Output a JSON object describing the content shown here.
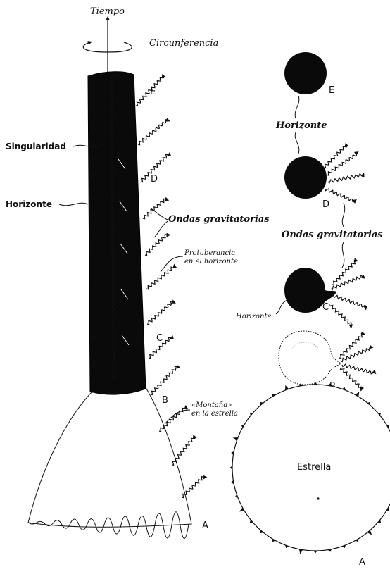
{
  "labels": {
    "tiempo": "Tiempo",
    "circunferencia": "Circunferencia",
    "singularidad": "Singularidad",
    "horizonte_left": "Horizonte",
    "ondas_left": "Ondas gravitatorias",
    "protuberancia_line1": "Protuberancia",
    "protuberancia_line2": "en el horizonte",
    "montana_line1": "«Montaña»",
    "montana_line2": "en la estrella",
    "horizonte_right_top": "Horizonte",
    "ondas_right": "Ondas gravitatorias",
    "horizonte_right_small": "Horizonte",
    "estrella": "Estrella"
  },
  "stage_letters": {
    "left": [
      "E",
      "D",
      "C",
      "B",
      "A"
    ],
    "right": [
      "E",
      "D",
      "C",
      "B",
      "A"
    ]
  },
  "colors": {
    "ink": "#111111",
    "paper": "#ffffff"
  }
}
